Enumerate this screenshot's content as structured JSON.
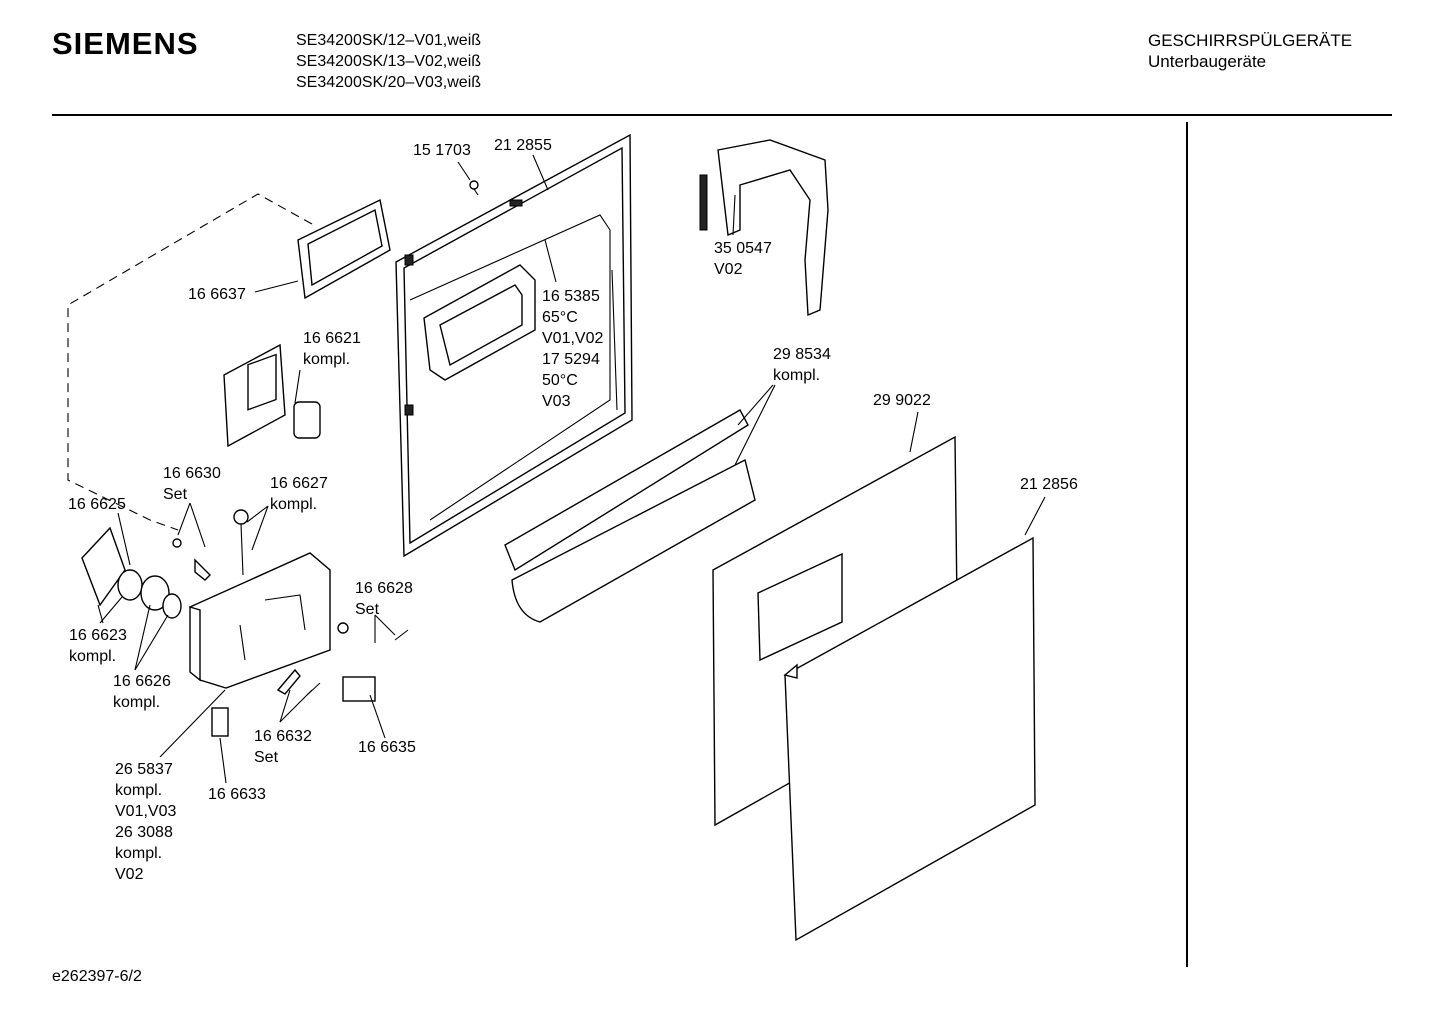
{
  "header": {
    "brand": "SIEMENS",
    "models": [
      "SE34200SK/12–V01,weiß",
      "SE34200SK/13–V02,weiß",
      "SE34200SK/20–V03,weiß"
    ],
    "category": "GESCHIRRSPÜLGERÄTE",
    "subcategory": "Unterbaugeräte"
  },
  "footer": {
    "drawing_id": "e262397-6/2"
  },
  "parts": [
    {
      "id": "p151703",
      "lines": [
        "15 1703"
      ]
    },
    {
      "id": "p212855",
      "lines": [
        "21 2855"
      ]
    },
    {
      "id": "p350547",
      "lines": [
        "35 0547",
        "V02"
      ]
    },
    {
      "id": "p166637",
      "lines": [
        "16 6637"
      ]
    },
    {
      "id": "p165385",
      "lines": [
        "16 5385",
        "65°C",
        "V01,V02",
        "17 5294",
        "50°C",
        "V03"
      ]
    },
    {
      "id": "p166621",
      "lines": [
        "16 6621",
        "kompl."
      ]
    },
    {
      "id": "p298534",
      "lines": [
        "29 8534",
        "kompl."
      ]
    },
    {
      "id": "p299022",
      "lines": [
        "29 9022"
      ]
    },
    {
      "id": "p166630",
      "lines": [
        "16 6630",
        "Set"
      ]
    },
    {
      "id": "p166627",
      "lines": [
        "16 6627",
        "kompl."
      ]
    },
    {
      "id": "p166625",
      "lines": [
        "16 6625"
      ]
    },
    {
      "id": "p212856",
      "lines": [
        "21 2856"
      ]
    },
    {
      "id": "p166628",
      "lines": [
        "16 6628",
        "Set"
      ]
    },
    {
      "id": "p166623",
      "lines": [
        "16 6623",
        "kompl."
      ]
    },
    {
      "id": "p166626",
      "lines": [
        "16 6626",
        "kompl."
      ]
    },
    {
      "id": "p166632",
      "lines": [
        "16 6632",
        "Set"
      ]
    },
    {
      "id": "p166635",
      "lines": [
        "16 6635"
      ]
    },
    {
      "id": "p265837",
      "lines": [
        "26 5837",
        "kompl.",
        "V01,V03",
        "26 3088",
        "kompl.",
        "V02"
      ]
    },
    {
      "id": "p166633",
      "lines": [
        "16 6633"
      ]
    }
  ]
}
